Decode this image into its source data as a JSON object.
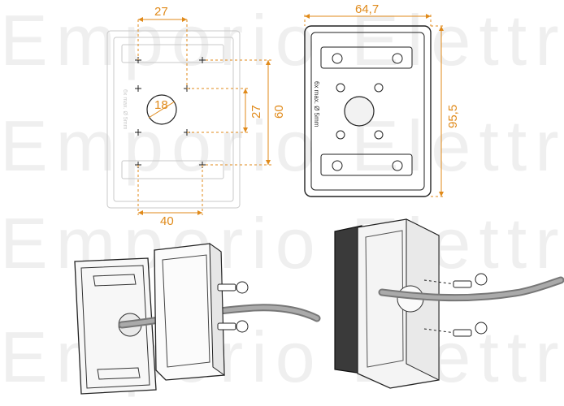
{
  "watermark": {
    "rows": [
      "Emporio Elettrico",
      "Emporio Elettrico",
      "Emporio Elettrico",
      "Emporio Elettrico"
    ]
  },
  "front_view": {
    "dimensions": {
      "top_width": "27",
      "hole_diameter": "18",
      "inner_height": "27",
      "outer_height": "60",
      "bottom_width": "40"
    },
    "side_note": "6x max. Ø 5mm"
  },
  "back_view": {
    "dimensions": {
      "width": "64,7",
      "height": "95,5"
    },
    "side_note": "6x max. Ø 5mm"
  },
  "colors": {
    "dimension": "#e08a1a",
    "ghost_outline": "#c9c9c9",
    "drawing": "#222222",
    "watermark": "#efefef"
  }
}
